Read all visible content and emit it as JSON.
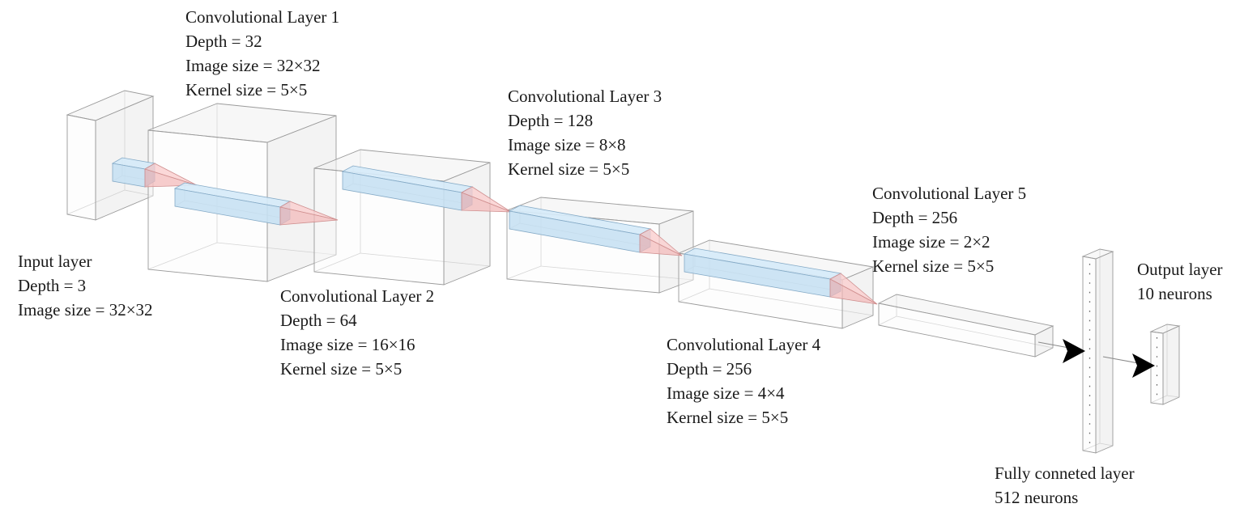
{
  "diagram": {
    "title": "CNN architecture diagram",
    "colors": {
      "background": "#ffffff",
      "box_edge": "#9a9a9a",
      "box_hidden_edge": "#bcbcbc",
      "box_face": "#f7f7f7",
      "kernel_fill": "#c9e1f2",
      "kernel_edge": "#85aac6",
      "cone_fill": "#f4c3c3",
      "cone_edge": "#cf8f8f",
      "arrow": "#000000",
      "connector": "#8a8a8a",
      "text": "#1a1a1a"
    },
    "labels": {
      "conv1": {
        "lines": [
          "Convolutional Layer 1",
          "Depth = 32",
          "Image size = 32×32",
          "Kernel size = 5×5"
        ]
      },
      "conv3": {
        "lines": [
          "Convolutional Layer 3",
          "Depth = 128",
          "Image size = 8×8",
          "Kernel size = 5×5"
        ]
      },
      "conv5": {
        "lines": [
          "Convolutional Layer 5",
          "Depth = 256",
          "Image size = 2×2",
          "Kernel size = 5×5"
        ]
      },
      "input": {
        "lines": [
          "Input layer",
          "Depth = 3",
          "Image size = 32×32"
        ]
      },
      "conv2": {
        "lines": [
          "Convolutional Layer 2",
          "Depth = 64",
          "Image size = 16×16",
          "Kernel size = 5×5"
        ]
      },
      "conv4": {
        "lines": [
          "Convolutional Layer 4",
          "Depth = 256",
          "Image size = 4×4",
          "Kernel size = 5×5"
        ]
      },
      "output": {
        "lines": [
          "Output layer",
          "10 neurons"
        ]
      },
      "fc": {
        "lines": [
          "Fully conneted layer",
          "512 neurons"
        ]
      }
    }
  }
}
